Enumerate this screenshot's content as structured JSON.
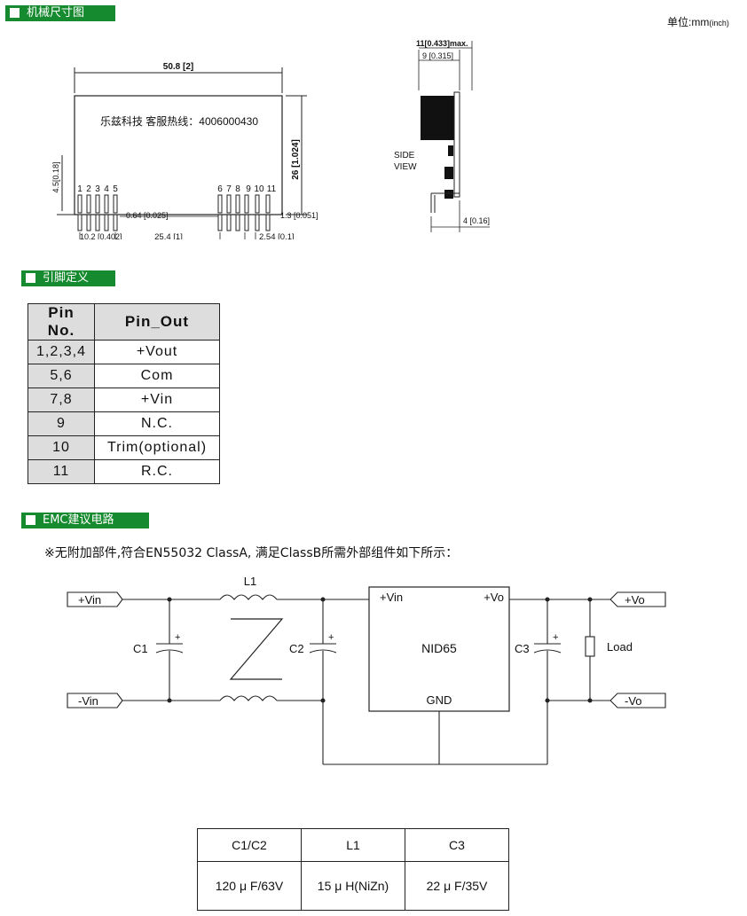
{
  "sections": {
    "mechanical": "机械尺寸图",
    "pin_def": "引脚定义",
    "emc": "EMC建议电路"
  },
  "unit": {
    "label": "单位:mm",
    "suffix": "(inch)"
  },
  "mechanical": {
    "width_dim": "50.8 [2]",
    "height_dim": "26 [1.024]",
    "hotline": "乐兹科技 客服热线：4006000430",
    "left_dim": "4.5[0.18]",
    "pin_numbers_left": [
      "1",
      "2",
      "3",
      "4",
      "5"
    ],
    "pin_numbers_right": [
      "6",
      "7",
      "8",
      "9",
      "10",
      "11"
    ],
    "pin_width": "0.64 [0.025]",
    "pin_offset": "1.3 [0.051]",
    "left_offset": "10.2 [0.402]",
    "span": "25.4 [1]",
    "pitch": "2.54 [0.1]",
    "side_max": "11[0.433]max.",
    "side_body": "9 [0.315]",
    "side_label_1": "SIDE",
    "side_label_2": "VIEW",
    "side_pin": "4 [0.16]"
  },
  "pin_table": {
    "headers": [
      "Pin No.",
      "Pin_Out"
    ],
    "rows": [
      {
        "no": "1,2,3,4",
        "out": "+Vout"
      },
      {
        "no": "5,6",
        "out": "Com"
      },
      {
        "no": "7,8",
        "out": "+Vin"
      },
      {
        "no": "9",
        "out": "N.C."
      },
      {
        "no": "10",
        "out": "Trim(optional)"
      },
      {
        "no": "11",
        "out": "R.C."
      }
    ]
  },
  "emc_note": "※无附加部件,符合EN55032 ClassA, 满足ClassB所需外部组件如下所示：",
  "circuit": {
    "vin_pos": "+Vin",
    "vin_neg": "-Vin",
    "l1": "L1",
    "c1": "C1",
    "c2": "C2",
    "c3": "C3",
    "plus": "+",
    "module": "NID65",
    "mod_vin": "+Vin",
    "mod_vo": "+Vo",
    "gnd": "GND",
    "load": "Load",
    "vo_pos": "+Vo",
    "vo_neg": "-Vo"
  },
  "components_table": {
    "headers": [
      "C1/C2",
      "L1",
      "C3"
    ],
    "values": [
      "120 μ F/63V",
      "15 μ H(NiZn)",
      "22 μ F/35V"
    ]
  }
}
